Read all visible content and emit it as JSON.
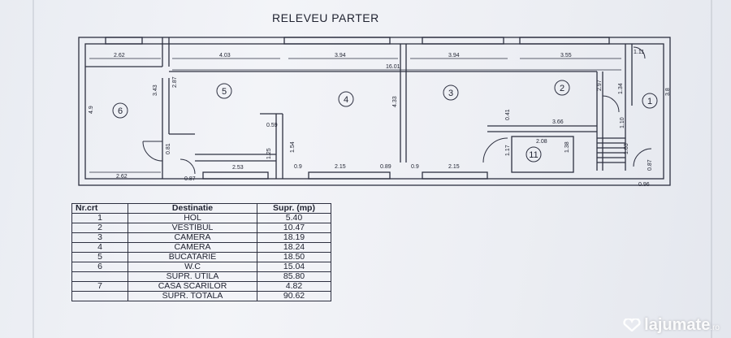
{
  "title": "RELEVEU PARTER",
  "rooms": [
    "6",
    "5",
    "4",
    "3",
    "2",
    "1",
    "11"
  ],
  "dimensions": [
    "2.62",
    "4.03",
    "3.94",
    "3.94",
    "3.55",
    "1.11",
    "16.01",
    "4.9",
    "3.43",
    "2.87",
    "4.33",
    "3.8",
    "2.97",
    "1.34",
    "0.41",
    "3.66",
    "1.10",
    "0.59",
    "1.54",
    "2.08",
    "1.17",
    "1.38",
    "1.03",
    "0.81",
    "1.25",
    "2.53",
    "0.87",
    "2.62",
    "0.9",
    "2.15",
    "0.89",
    "0.9",
    "2.15",
    "0.87",
    "0.96"
  ],
  "table": {
    "headers": [
      "Nr.crt",
      "Destinatie",
      "Supr. (mp)"
    ],
    "rows": [
      [
        "1",
        "HOL",
        "5.40"
      ],
      [
        "2",
        "VESTIBUL",
        "10.47"
      ],
      [
        "3",
        "CAMERA",
        "18.19"
      ],
      [
        "4",
        "CAMERA",
        "18.24"
      ],
      [
        "5",
        "BUCATARIE",
        "18.50"
      ],
      [
        "6",
        "W.C",
        "15.04"
      ],
      [
        "",
        "SUPR. UTILA",
        "85.80"
      ],
      [
        "7",
        "CASA SCARILOR",
        "4.82"
      ],
      [
        "",
        "SUPR. TOTALA",
        "90.62"
      ]
    ]
  },
  "watermark": {
    "name": "lajumate",
    "suffix": ".ro"
  },
  "colors": {
    "line": "#2d3040",
    "paper": "#eceef3"
  }
}
